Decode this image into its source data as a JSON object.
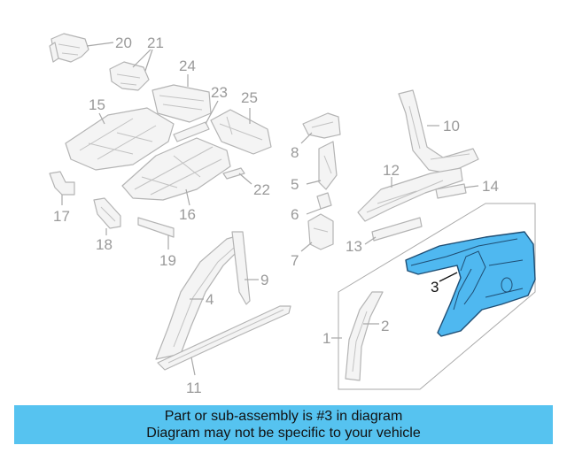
{
  "callouts": {
    "c1": "1",
    "c2": "2",
    "c3": "3",
    "c4": "4",
    "c5": "5",
    "c6": "6",
    "c7": "7",
    "c8": "8",
    "c9": "9",
    "c10": "10",
    "c11": "11",
    "c12": "12",
    "c13": "13",
    "c14": "14",
    "c15": "15",
    "c16": "16",
    "c17": "17",
    "c18": "18",
    "c19": "19",
    "c20": "20",
    "c21": "21",
    "c22": "22",
    "c23": "23",
    "c24": "24",
    "c25": "25"
  },
  "highlight": {
    "part_number": "3",
    "color": "#4fb8f0"
  },
  "banner": {
    "line1": "Part or sub-assembly is #3 in diagram",
    "line2": "Diagram may not be specific to your vehicle",
    "color": "#56c3f0"
  }
}
